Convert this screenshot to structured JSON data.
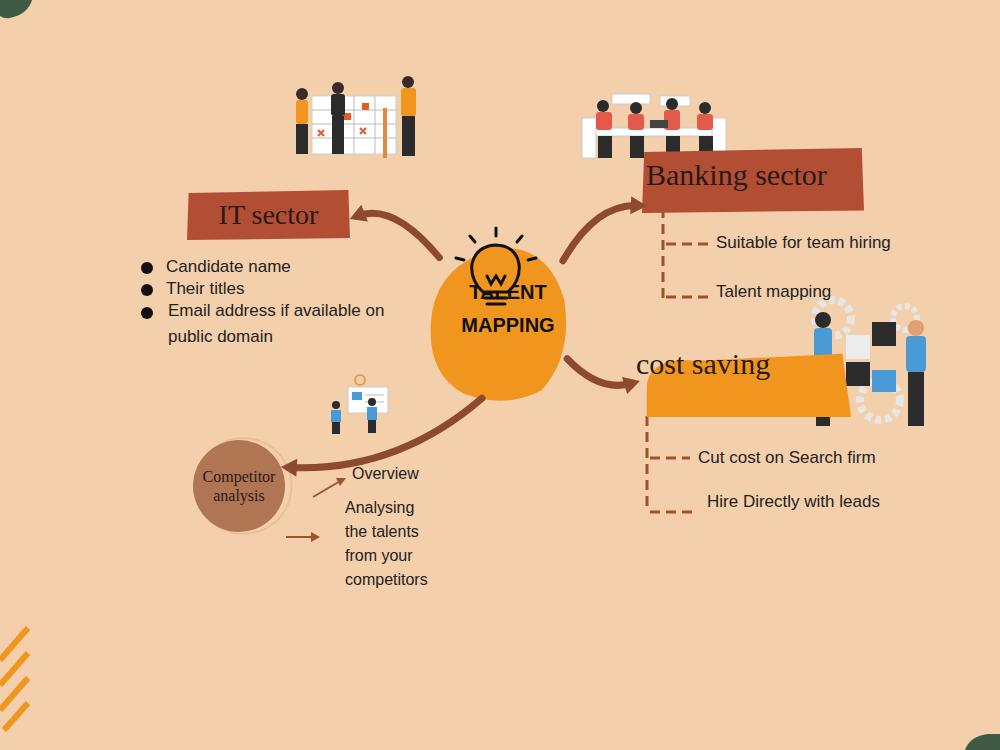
{
  "diagram": {
    "nodes": [
      {
        "text": [
          "TALENT MAPPING"
        ]
      },
      {
        "text": [
          "IT sector"
        ]
      },
      {
        "text": [
          "Banking sector"
        ]
      },
      {
        "text": [
          "cost saving"
        ]
      },
      {
        "text": [
          "Competitor analysis"
        ]
      }
    ],
    "edges": [
      {
        "from": 0,
        "to": 1,
        "arrow": "to"
      },
      {
        "from": 0,
        "to": 2,
        "arrow": "to"
      },
      {
        "from": 0,
        "to": 3,
        "arrow": "to"
      },
      {
        "from": 0,
        "to": 4,
        "arrow": "to"
      }
    ],
    "labels": [
      "Candidate name",
      "Their titles",
      "Email address if available on public domain",
      "Suitable for team hiring",
      "Talent mapping",
      "Cut cost on Search firm",
      "Hire Directly with leads",
      "Overview",
      "Analysing the talents from your competitors"
    ]
  }
}
